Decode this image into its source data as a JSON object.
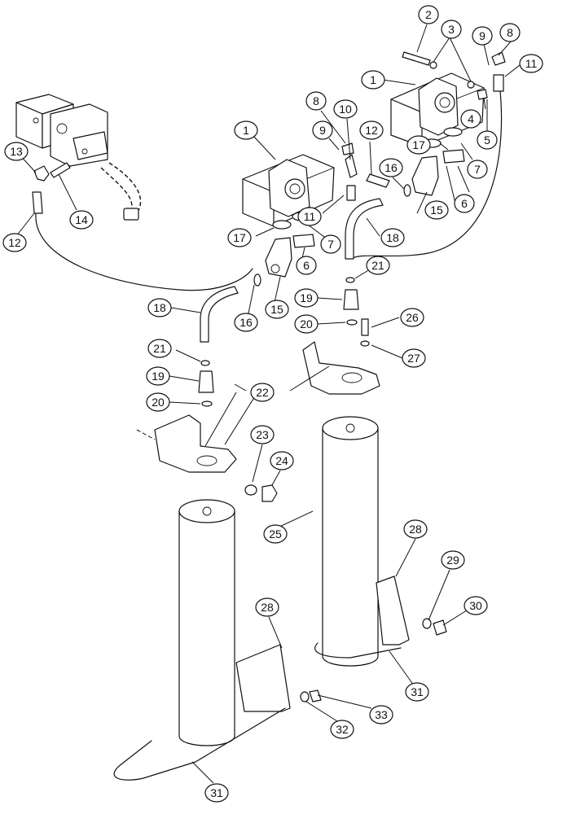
{
  "callouts": [
    {
      "label": "1"
    },
    {
      "label": "1"
    },
    {
      "label": "2"
    },
    {
      "label": "3"
    },
    {
      "label": "4"
    },
    {
      "label": "5"
    },
    {
      "label": "6"
    },
    {
      "label": "6"
    },
    {
      "label": "7"
    },
    {
      "label": "7"
    },
    {
      "label": "8"
    },
    {
      "label": "8"
    },
    {
      "label": "9"
    },
    {
      "label": "9"
    },
    {
      "label": "10"
    },
    {
      "label": "11"
    },
    {
      "label": "11"
    },
    {
      "label": "12"
    },
    {
      "label": "12"
    },
    {
      "label": "13"
    },
    {
      "label": "14"
    },
    {
      "label": "15"
    },
    {
      "label": "15"
    },
    {
      "label": "16"
    },
    {
      "label": "16"
    },
    {
      "label": "17"
    },
    {
      "label": "17"
    },
    {
      "label": "18"
    },
    {
      "label": "18"
    },
    {
      "label": "19"
    },
    {
      "label": "19"
    },
    {
      "label": "20"
    },
    {
      "label": "20"
    },
    {
      "label": "21"
    },
    {
      "label": "21"
    },
    {
      "label": "22"
    },
    {
      "label": "23"
    },
    {
      "label": "24"
    },
    {
      "label": "25"
    },
    {
      "label": "26"
    },
    {
      "label": "27"
    },
    {
      "label": "28"
    },
    {
      "label": "28"
    },
    {
      "label": "29"
    },
    {
      "label": "30"
    },
    {
      "label": "31"
    },
    {
      "label": "31"
    },
    {
      "label": "32"
    },
    {
      "label": "33"
    }
  ]
}
